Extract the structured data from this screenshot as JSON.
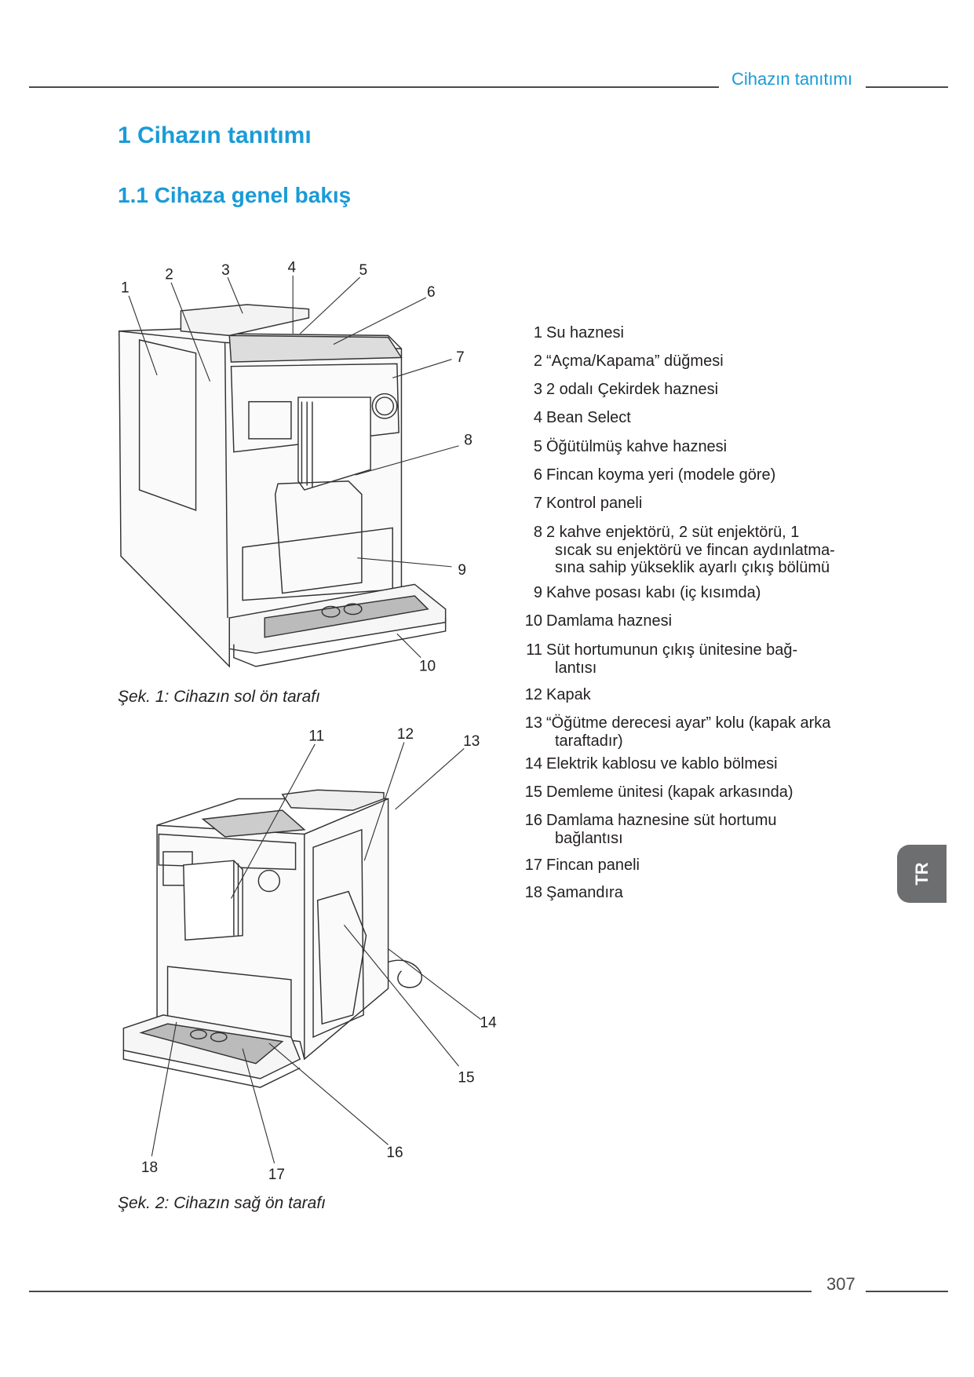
{
  "header": {
    "section_title": "Cihazın tanıtımı"
  },
  "heading1": "1  Cihazın tanıtımı",
  "heading2": "1.1  Cihaza genel bakış",
  "figure1": {
    "caption": "Şek. 1: Cihazın sol ön tarafı",
    "callouts": [
      "1",
      "2",
      "3",
      "4",
      "5",
      "6",
      "7",
      "8",
      "9",
      "10"
    ]
  },
  "figure2": {
    "caption": "Şek. 2: Cihazın sağ ön tarafı",
    "callouts": [
      "11",
      "12",
      "13",
      "14",
      "15",
      "16",
      "17",
      "18"
    ]
  },
  "parts": [
    {
      "num": "1",
      "text": "Su haznesi"
    },
    {
      "num": "2",
      "text": "“Açma/Kapama” düğmesi"
    },
    {
      "num": "3",
      "text": "2 odalı Çekirdek haznesi"
    },
    {
      "num": "4",
      "text": "Bean Select"
    },
    {
      "num": "5",
      "text": "Öğütülmüş kahve haznesi"
    },
    {
      "num": "6",
      "text": "Fincan koyma yeri (modele göre)"
    },
    {
      "num": "7",
      "text": "Kontrol paneli"
    },
    {
      "num": "8",
      "text": "2 kahve enjektörü, 2 süt enjektörü, 1",
      "cont1": "sıcak su enjektörü ve fincan aydınlatma-",
      "cont2": "sına sahip yükseklik ayarlı çıkış bölümü"
    },
    {
      "num": "9",
      "text": "Kahve posası kabı (iç kısımda)"
    },
    {
      "num": "10",
      "text": "Damlama haznesi"
    },
    {
      "num": "11",
      "text": "Süt hortumunun çıkış ünitesine bağ-",
      "cont1": "lantısı"
    },
    {
      "num": "12",
      "text": "Kapak"
    },
    {
      "num": "13",
      "text": "“Öğütme derecesi ayar” kolu (kapak arka",
      "cont1": "taraftadır)"
    },
    {
      "num": "14",
      "text": "Elektrik kablosu ve kablo bölmesi"
    },
    {
      "num": "15",
      "text": "Demleme ünitesi (kapak arkasında)"
    },
    {
      "num": "16",
      "text": "Damlama haznesine süt hortumu",
      "cont1": "bağlantısı"
    },
    {
      "num": "17",
      "text": "Fincan paneli"
    },
    {
      "num": "18",
      "text": "Şamandıra"
    }
  ],
  "language_tab": "TR",
  "footer": {
    "page_number": "307"
  },
  "colors": {
    "accent": "#1a9bd7",
    "tab": "#6d6e70",
    "rule": "#4a4a4a"
  }
}
